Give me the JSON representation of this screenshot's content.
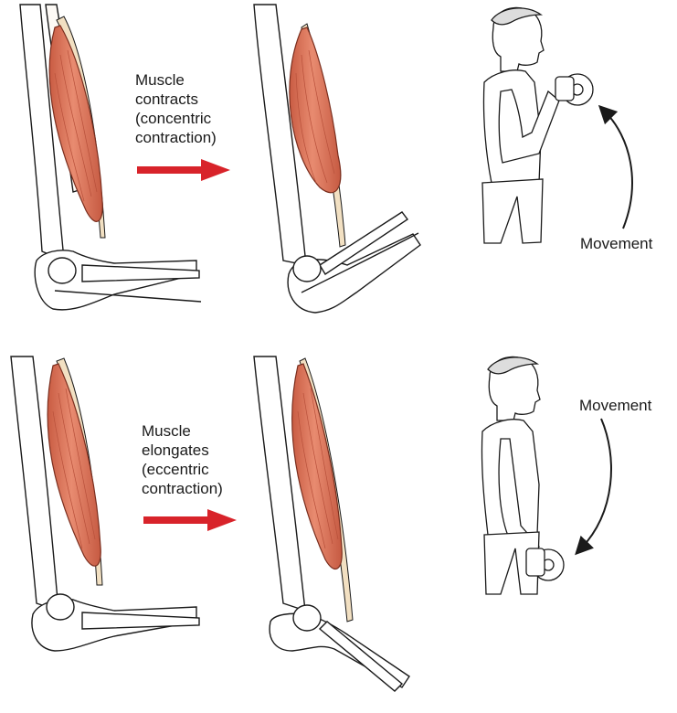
{
  "panels": {
    "concentric": {
      "caption_lines": [
        "Muscle",
        "contracts",
        "(concentric",
        "contraction)"
      ],
      "movement_label": "Movement"
    },
    "eccentric": {
      "caption_lines": [
        "Muscle",
        "elongates",
        "(eccentric",
        "contraction)"
      ],
      "movement_label": "Movement"
    }
  },
  "colors": {
    "muscle": "#e07a5f",
    "muscle_dark": "#b8503a",
    "tendon": "#f2e0c2",
    "arrow": "#d8232a",
    "outline": "#1a1a1a"
  }
}
